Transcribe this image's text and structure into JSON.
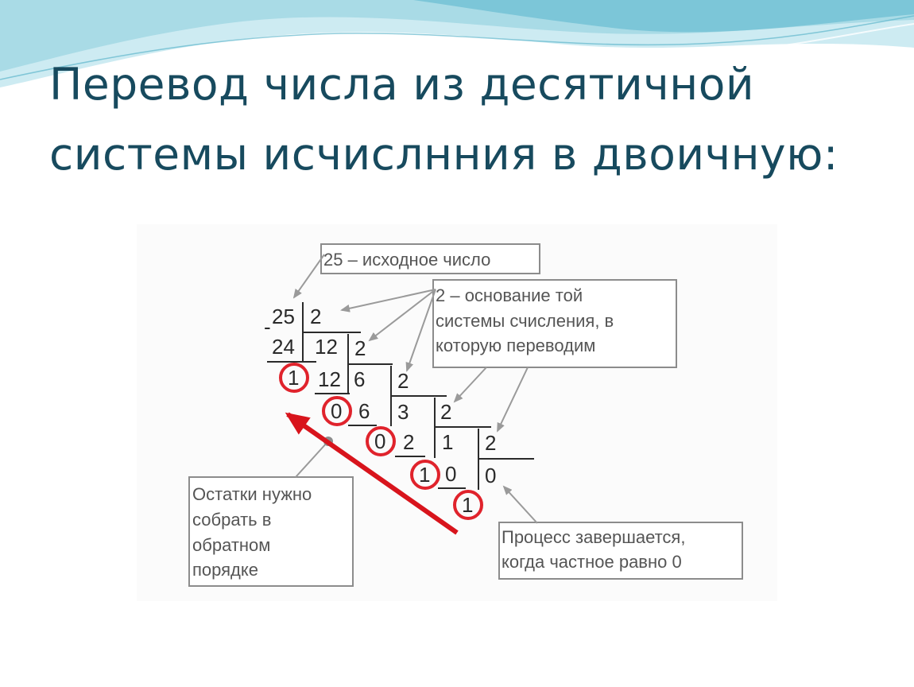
{
  "slide": {
    "title_line1": "Перевод числа из десятичной",
    "title_line2": "системы исчислнния в двоичную:"
  },
  "colors": {
    "title": "#174a5e",
    "wave_light": "#a9dbe6",
    "wave_dark": "#5fb6cc",
    "remainder_circle": "#e0232c",
    "arrow_red": "#d8141c",
    "division_lines": "#2a2a2a",
    "callout_border": "#8c8c8c",
    "callout_text": "#555555"
  },
  "division": {
    "dividend_25": "25",
    "divisor_1": "2",
    "product_24": "24",
    "quotient_12": "12",
    "remainder_1": "1",
    "divisor_2": "2",
    "product_12": "12",
    "quotient_6": "6",
    "remainder_2": "0",
    "divisor_3": "2",
    "product_6": "6",
    "quotient_3": "3",
    "remainder_3": "0",
    "divisor_4": "2",
    "product_2": "2",
    "quotient_1": "1",
    "remainder_4": "1",
    "divisor_5": "2",
    "product_0": "0",
    "quotient_0": "0",
    "remainder_5": "1",
    "minus": "-"
  },
  "callouts": {
    "source_number": "25 – исходное число",
    "base_line1": "2 – основание той",
    "base_line2": "системы счисления, в",
    "base_line3": "которую переводим",
    "collect_line1": "Остатки нужно",
    "collect_line2": "собрать в",
    "collect_line3": "обратном",
    "collect_line4": "порядке",
    "end_line1": "Процесс завершается,",
    "end_line2": "когда частное равно 0"
  }
}
